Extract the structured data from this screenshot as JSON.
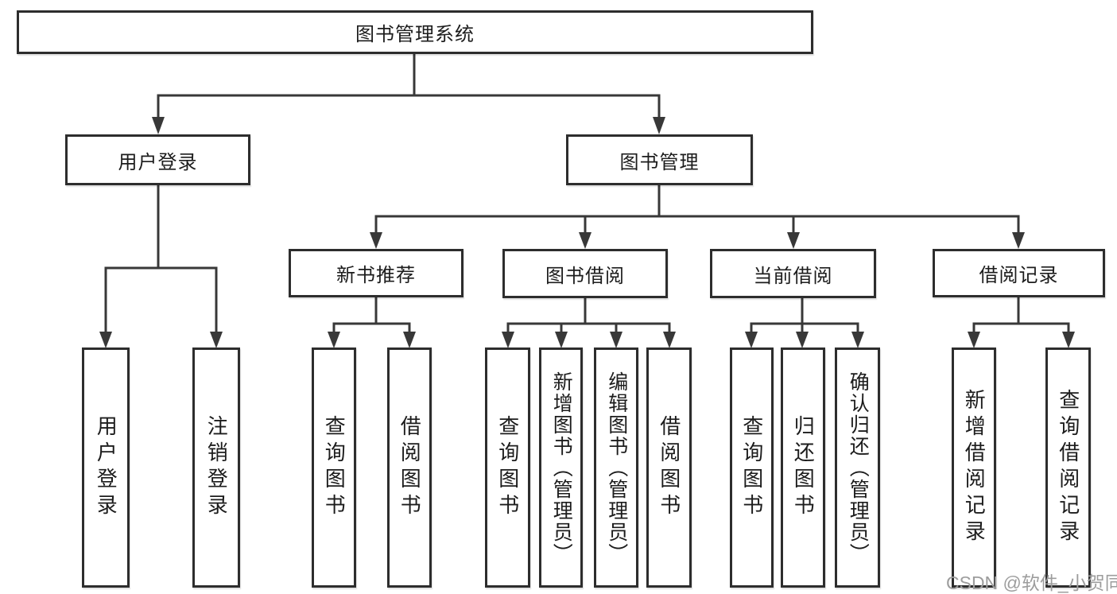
{
  "diagram": {
    "title": "图书管理系统",
    "user_login_branch": {
      "label": "用户登录",
      "children": [
        "用户登录",
        "注销登录"
      ]
    },
    "book_management_branch": {
      "label": "图书管理",
      "sections": [
        {
          "label": "新书推荐",
          "children": [
            "查询图书",
            "借阅图书"
          ]
        },
        {
          "label": "图书借阅",
          "children": [
            "查询图书",
            "新增图书（管理员）",
            "编辑图书（管理员）",
            "借阅图书"
          ]
        },
        {
          "label": "当前借阅",
          "children": [
            "查询图书",
            "归还图书",
            "确认归还（管理员）"
          ]
        },
        {
          "label": "借阅记录",
          "children": [
            "新增借阅记录",
            "查询借阅记录"
          ]
        }
      ]
    }
  },
  "watermark": "CSDN @软件_小贺同学",
  "colors": {
    "line": "#383838",
    "box_border": "#2d2d2d",
    "box_background": "#ffffff",
    "text": "#1c1c1c",
    "watermark_text": "#9d9d9d"
  }
}
